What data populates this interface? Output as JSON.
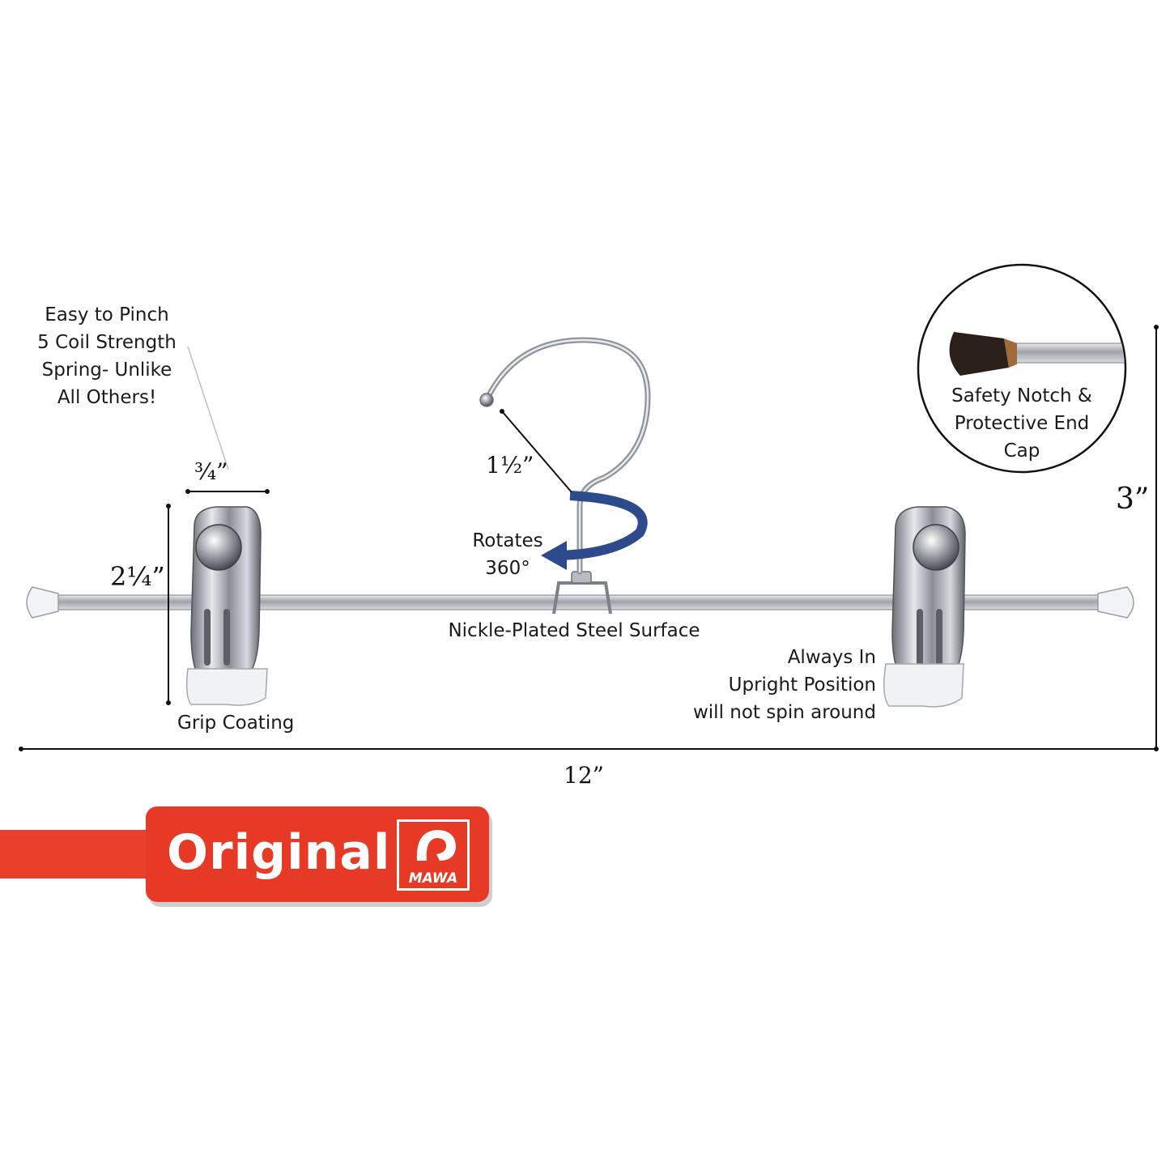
{
  "annotations": {
    "spring": [
      "Easy to Pinch",
      "5 Coil Strength",
      "Spring- Unlike",
      "All Others!"
    ],
    "safety": [
      "Safety Notch &",
      "Protective End",
      "Cap"
    ],
    "rotates": [
      "Rotates",
      "360°"
    ],
    "surface": "Nickle-Plated Steel Surface",
    "upright": [
      "Always In",
      "Upright Position",
      "will not spin around"
    ],
    "grip": "Grip Coating"
  },
  "dimensions": {
    "clip_width": "¾”",
    "clip_height": "2¼”",
    "hook": "1½”",
    "height": "3”",
    "length": "12”"
  },
  "badge": {
    "text": "Original",
    "logo_text": "MAWA"
  },
  "colors": {
    "badge_red": "#e63a26",
    "arrow_blue": "#2d4a8c",
    "chrome": "#b8bcc2"
  },
  "icons": [
    "rotate-arrow-icon",
    "mawa-logo-icon"
  ]
}
